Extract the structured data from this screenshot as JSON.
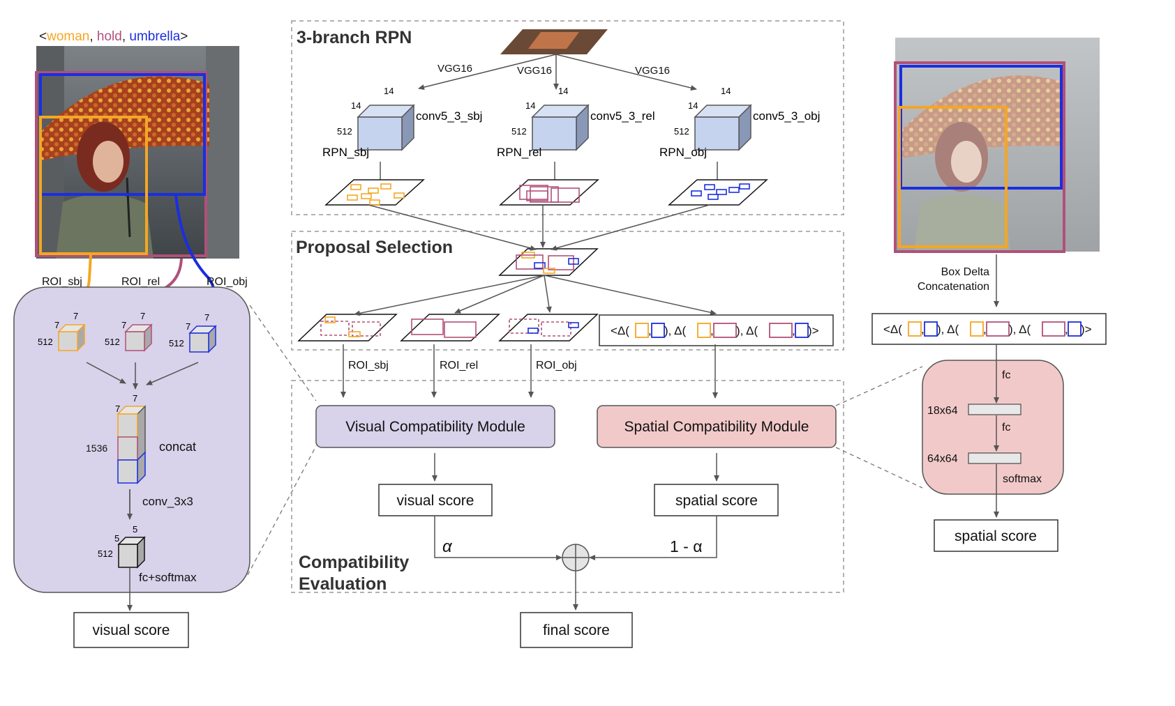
{
  "triplet": {
    "open": "<",
    "subject": "woman",
    "sep1": ", ",
    "predicate": "hold",
    "sep2": ", ",
    "object": "umbrella",
    "close": ">"
  },
  "colors": {
    "subject": "#f5a623",
    "relation": "#b0507a",
    "object": "#1a2ee0",
    "visual_module": "#d8d2ea",
    "spatial_module": "#f2c9c9",
    "cube_face": "#c5d3ef"
  },
  "rpn": {
    "title": "3-branch RPN",
    "backbone_label": "VGG16",
    "branches": [
      {
        "feature": "conv5_3_sbj",
        "rpn": "RPN_sbj",
        "dim_h": "14",
        "dim_w": "14",
        "channels": "512"
      },
      {
        "feature": "conv5_3_rel",
        "rpn": "RPN_rel",
        "dim_h": "14",
        "dim_w": "14",
        "channels": "512"
      },
      {
        "feature": "conv5_3_obj",
        "rpn": "RPN_obj",
        "dim_h": "14",
        "dim_w": "14",
        "channels": "512"
      }
    ]
  },
  "proposal_selection": {
    "title": "Proposal Selection",
    "roi_labels": [
      "ROI_sbj",
      "ROI_rel",
      "ROI_obj"
    ]
  },
  "compatibility": {
    "title_line1": "Compatibility",
    "title_line2": "Evaluation",
    "visual_module": "Visual Compatibility Module",
    "spatial_module": "Spatial Compatibility Module",
    "visual_score": "visual score",
    "spatial_score": "spatial score",
    "final_score": "final score",
    "alpha": "α",
    "one_minus_alpha": "1 - α"
  },
  "delta_formula": {
    "open": "<Δ(",
    "mid1": "), Δ(",
    "mid2": "), Δ(",
    "close": ")>",
    "comma": ","
  },
  "left_panel": {
    "roi_labels": [
      "ROI_sbj",
      "ROI_rel",
      "ROI_obj"
    ],
    "cube_dim": "7",
    "cube_channels": "512",
    "concat_label": "concat",
    "concat_channels": "1536",
    "conv_label": "conv_3x3",
    "out_dim": "5",
    "out_channels": "512",
    "fc_label": "fc+softmax",
    "score": "visual score"
  },
  "right_panel": {
    "box_delta_line1": "Box Delta",
    "box_delta_line2": "Concatenation",
    "fc1": "fc",
    "layer1": "18x64",
    "fc2": "fc",
    "layer2": "64x64",
    "softmax": "softmax",
    "score": "spatial score"
  }
}
